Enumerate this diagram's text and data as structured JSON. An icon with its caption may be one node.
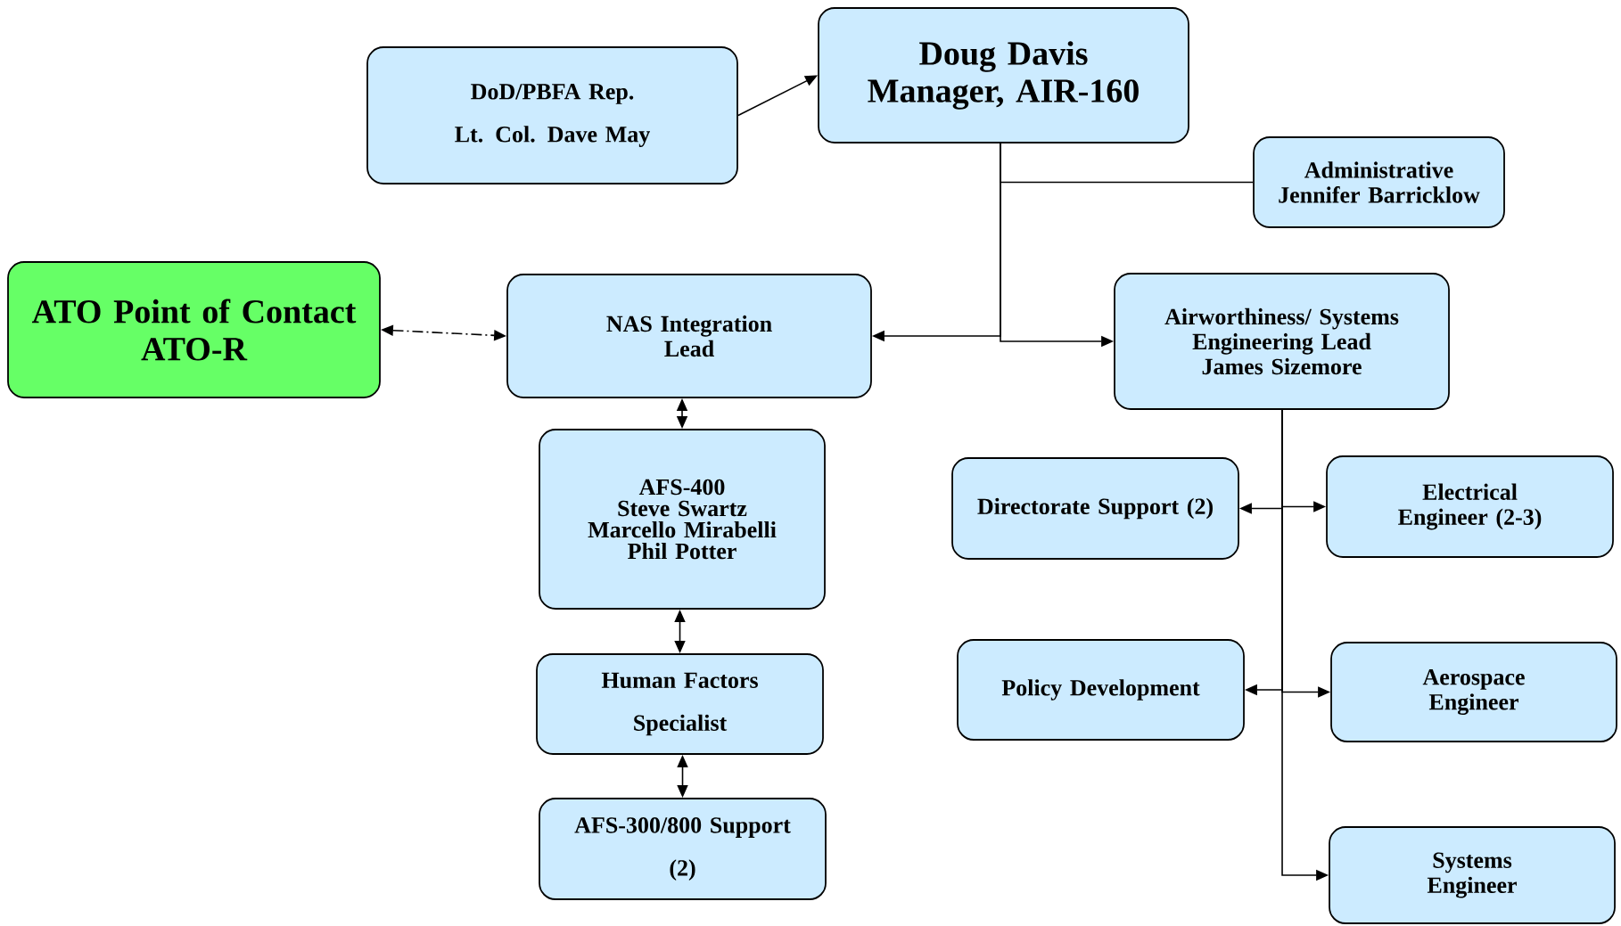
{
  "diagram": {
    "nodes": [
      {
        "text": [
          "DoD/PBFA Rep.",
          "Lt. Col. Dave May"
        ]
      },
      {
        "text": [
          "Doug Davis",
          "Manager, AIR-160"
        ]
      },
      {
        "text": [
          "Administrative",
          "Jennifer Barricklow"
        ]
      },
      {
        "text": [
          "ATO Point of Contact",
          "ATO-R"
        ]
      },
      {
        "text": [
          "NAS Integration Lead"
        ]
      },
      {
        "text": [
          "Airworthiness/ Systems Engineering Lead",
          "James Sizemore"
        ]
      },
      {
        "text": [
          "AFS-400",
          "Steve Swartz",
          "Marcello Mirabelli",
          "Phil Potter"
        ]
      },
      {
        "text": [
          "Directorate Support (2)"
        ]
      },
      {
        "text": [
          "Electrical Engineer (2-3)"
        ]
      },
      {
        "text": [
          "Human Factors",
          "Specialist"
        ]
      },
      {
        "text": [
          "Policy Development"
        ]
      },
      {
        "text": [
          "Aerospace Engineer"
        ]
      },
      {
        "text": [
          "AFS-300/800 Support",
          "(2)"
        ]
      },
      {
        "text": [
          "Systems Engineer"
        ]
      }
    ],
    "edges": [
      {
        "from": 0,
        "to": 1,
        "arrow": "to"
      },
      {
        "from": 1,
        "to": 2,
        "arrow": "none"
      },
      {
        "from": 1,
        "to": 4,
        "arrow": "to"
      },
      {
        "from": 1,
        "to": 5,
        "arrow": "to"
      },
      {
        "from": 3,
        "to": 4,
        "arrow": "both",
        "style": "dashed"
      },
      {
        "from": 4,
        "to": 6,
        "arrow": "both"
      },
      {
        "from": 6,
        "to": 9,
        "arrow": "both"
      },
      {
        "from": 9,
        "to": 12,
        "arrow": "both"
      },
      {
        "from": 5,
        "to": 7,
        "arrow": "to"
      },
      {
        "from": 5,
        "to": 8,
        "arrow": "to"
      },
      {
        "from": 5,
        "to": 10,
        "arrow": "to"
      },
      {
        "from": 5,
        "to": 11,
        "arrow": "to"
      },
      {
        "from": 5,
        "to": 13,
        "arrow": "to"
      }
    ]
  }
}
